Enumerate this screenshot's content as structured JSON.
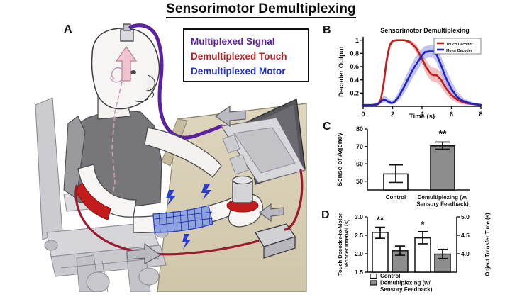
{
  "figure": {
    "title": "Sensorimotor Demultiplexing",
    "panel_letters": {
      "a": "A",
      "b": "B",
      "c": "C",
      "d": "D"
    }
  },
  "legend_box": {
    "items": [
      {
        "label": "Multiplexed Signal",
        "color": "#5b21a0"
      },
      {
        "label": "Demultiplexed Touch",
        "color": "#b41f1f"
      },
      {
        "label": "Demultiplexed Motor",
        "color": "#1f2fd0"
      }
    ]
  },
  "illustration": {
    "description": "Person with brain-computer interface seated in wheelchair at a desk",
    "parts": [
      "head-implant-pedestal",
      "purple-cable",
      "spinal-signal-dashes",
      "red-sensory-cable",
      "blue-stimulation-sleeve",
      "laptop-decoder",
      "stimulator-box",
      "grasped-cylinder-object",
      "wheelchair"
    ],
    "colors": {
      "multiplexed": "#5b21a0",
      "touch": "#b41f1f",
      "motor": "#2a3fd0",
      "skin": "#f7f5f4",
      "shirt": "#77777a",
      "desk": "#d9d1b8",
      "chair": "#cdcdd1"
    }
  },
  "chart_data": [
    {
      "panel": "B",
      "type": "line",
      "title": "Sensorimotor Demultiplexing",
      "xlabel": "Time (s)",
      "ylabel": "Decoder Output",
      "xlim": [
        0,
        8
      ],
      "ylim": [
        0,
        1.05
      ],
      "xticks": [
        0,
        2,
        4,
        6,
        8
      ],
      "yticks": [
        0.2,
        0.4,
        0.6,
        0.8,
        1
      ],
      "ytick_labels": [
        "0.2",
        "0.4",
        "0.6",
        "0.8",
        "1"
      ],
      "grid": false,
      "legend_position": "top-right",
      "series": [
        {
          "name": "Touch Decoder",
          "color": "#c21c1c",
          "band_color": "#e79a9a",
          "x": [
            0.0,
            0.6,
            1.0,
            1.2,
            1.4,
            1.6,
            1.8,
            2.0,
            2.3,
            2.8,
            3.2,
            3.6,
            4.0,
            4.3,
            4.6,
            4.8,
            5.0,
            5.3,
            5.6,
            6.0,
            6.4,
            6.8,
            7.2,
            7.6,
            8.0
          ],
          "values": [
            0.02,
            0.02,
            0.03,
            0.1,
            0.35,
            0.7,
            0.92,
            0.99,
            1.0,
            1.0,
            0.97,
            0.88,
            0.72,
            0.58,
            0.49,
            0.47,
            0.47,
            0.4,
            0.28,
            0.17,
            0.1,
            0.06,
            0.04,
            0.03,
            0.02
          ],
          "band_lo": [
            0.01,
            0.01,
            0.02,
            0.05,
            0.24,
            0.58,
            0.85,
            0.96,
            0.99,
            0.99,
            0.94,
            0.82,
            0.63,
            0.48,
            0.39,
            0.37,
            0.36,
            0.29,
            0.19,
            0.1,
            0.05,
            0.03,
            0.02,
            0.02,
            0.01
          ],
          "band_hi": [
            0.03,
            0.03,
            0.05,
            0.16,
            0.47,
            0.8,
            0.97,
            1.0,
            1.0,
            1.0,
            1.0,
            0.94,
            0.81,
            0.69,
            0.6,
            0.58,
            0.57,
            0.51,
            0.39,
            0.26,
            0.16,
            0.1,
            0.07,
            0.05,
            0.04
          ]
        },
        {
          "name": "Motor Decoder",
          "color": "#2222c8",
          "band_color": "#9aa0ec",
          "x": [
            0.0,
            0.6,
            1.0,
            1.3,
            1.5,
            1.7,
            1.9,
            2.1,
            2.4,
            2.8,
            3.2,
            3.5,
            3.8,
            4.0,
            4.2,
            4.5,
            4.8,
            5.0,
            5.3,
            5.6,
            6.0,
            6.4,
            6.8,
            7.2,
            7.6,
            8.0
          ],
          "values": [
            0.02,
            0.02,
            0.03,
            0.09,
            0.1,
            0.07,
            0.05,
            0.06,
            0.14,
            0.3,
            0.48,
            0.6,
            0.7,
            0.77,
            0.82,
            0.83,
            0.83,
            0.78,
            0.62,
            0.44,
            0.26,
            0.14,
            0.08,
            0.05,
            0.03,
            0.02
          ],
          "band_lo": [
            0.01,
            0.01,
            0.02,
            0.05,
            0.06,
            0.04,
            0.03,
            0.03,
            0.08,
            0.2,
            0.36,
            0.48,
            0.58,
            0.66,
            0.72,
            0.74,
            0.73,
            0.66,
            0.49,
            0.31,
            0.16,
            0.08,
            0.04,
            0.03,
            0.02,
            0.01
          ],
          "band_hi": [
            0.03,
            0.03,
            0.05,
            0.14,
            0.16,
            0.12,
            0.09,
            0.1,
            0.22,
            0.41,
            0.6,
            0.72,
            0.81,
            0.87,
            0.91,
            0.92,
            0.92,
            0.88,
            0.75,
            0.58,
            0.38,
            0.22,
            0.13,
            0.08,
            0.05,
            0.04
          ]
        }
      ]
    },
    {
      "panel": "C",
      "type": "bar",
      "title": "",
      "xlabel": "",
      "ylabel": "Sense of Agency",
      "ylim": [
        45,
        80
      ],
      "yticks": [
        50,
        60,
        70,
        80
      ],
      "ytick_labels": [
        "50",
        "60",
        "70",
        "80"
      ],
      "categories": [
        "Control",
        "Demultiplexing (w/ Sensory Feedback)"
      ],
      "category_lines": [
        [
          "Control"
        ],
        [
          "Demultiplexing (w/",
          "Sensory Feedback)"
        ]
      ],
      "values": [
        54.2,
        70.3
      ],
      "errors_low": [
        49.3,
        68.4
      ],
      "errors_high": [
        59.4,
        72.5
      ],
      "fills": [
        "#ffffff",
        "#8d8d8d"
      ],
      "annotations": [
        {
          "text": "**",
          "bar_index": 1
        }
      ]
    },
    {
      "panel": "D",
      "type": "bar",
      "title": "",
      "ylabel_left": "Touch Decoder-to-Motor Decoder Interval (s)",
      "ylabel_right": "Object Transfer Time (s)",
      "ylim_left": [
        1.5,
        3.0
      ],
      "yticks_left": [
        1.5,
        2.0,
        2.5,
        3.0
      ],
      "ytick_labels_left": [
        "1.5",
        "2.0",
        "2.5",
        "3.0"
      ],
      "ylim_right": [
        3.5,
        5.0
      ],
      "yticks_right": [
        4.0,
        4.5,
        5.0
      ],
      "ytick_labels_right": [
        "4.0",
        "4.5",
        "5.0"
      ],
      "groups": [
        "Touch Decoder-to-Motor Decoder Interval",
        "Object Transfer Time"
      ],
      "series": [
        {
          "name": "Control",
          "fill": "#ffffff",
          "values": [
            2.58,
            2.43
          ],
          "errors_low": [
            2.42,
            2.27
          ],
          "errors_high": [
            2.72,
            2.6
          ]
        },
        {
          "name": "Demultiplexing (w/ Sensory Feedback)",
          "fill": "#8d8d8d",
          "values": [
            2.08,
            1.99
          ],
          "errors_low": [
            1.96,
            1.87
          ],
          "errors_high": [
            2.21,
            2.12
          ]
        }
      ],
      "annotations": [
        {
          "text": "**",
          "group_index": 0
        },
        {
          "text": "*",
          "group_index": 1
        }
      ],
      "legend": [
        {
          "label": "Control",
          "fill": "#ffffff"
        },
        {
          "label": "Demultiplexing (w/",
          "fill": "#8d8d8d"
        },
        {
          "label": "Sensory Feedback)",
          "fill": null
        }
      ]
    }
  ]
}
